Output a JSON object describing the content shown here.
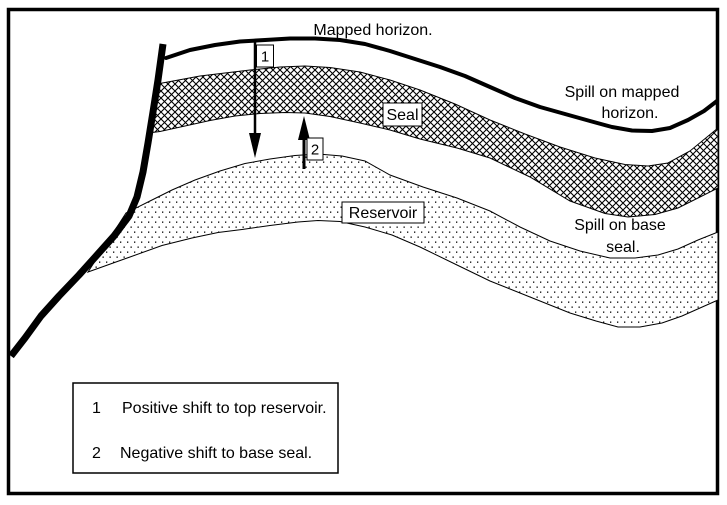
{
  "diagram": {
    "annotations": {
      "mapped_horizon": "Mapped horizon.",
      "spill_on_mapped": [
        "Spill on mapped",
        "horizon."
      ],
      "spill_on_base": [
        "Spill on base",
        "seal."
      ]
    },
    "layers": [
      {
        "label": "Seal",
        "pattern": "crosshatch"
      },
      {
        "label": "Reservoir",
        "pattern": "dots"
      }
    ],
    "markers": [
      {
        "id": "1"
      },
      {
        "id": "2"
      }
    ],
    "legend": {
      "items": [
        {
          "number": "1",
          "text": "Positive shift to top reservoir."
        },
        {
          "number": "2",
          "text": "Negative shift to base seal."
        }
      ]
    },
    "colors": {
      "ink": "#000000",
      "background": "#ffffff"
    }
  }
}
